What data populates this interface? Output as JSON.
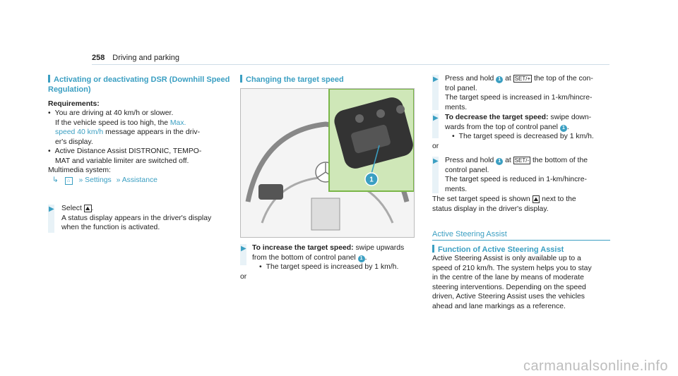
{
  "header": {
    "page_number": "258",
    "section": "Driving and parking"
  },
  "col1": {
    "heading": "Activating or deactivating DSR (Downhill Speed Regulation)",
    "heading_line1": "Activating or deactivating DSR (Downhill Speed",
    "heading_line2": "Regulation)",
    "req_label": "Requirements:",
    "req1": "You are driving at 40 km/h or slower.",
    "req1_note_a": "If the vehicle speed is too high, the",
    "req1_note_link1": "Max.",
    "req1_note_link2": "speed 40 km/h",
    "req1_note_b": "message appears in the driv-",
    "req1_note_c": "er's display.",
    "req2_a": "Active Distance Assist DISTRONIC, TEMPO-",
    "req2_b": "MAT and variable limiter are switched off.",
    "mm_label": "Multimedia system:",
    "nav_settings": "Settings",
    "nav_assistance": "Assistance",
    "step_a": "Select",
    "step_b": "A status display appears in the driver's display",
    "step_c": "when the function is activated."
  },
  "col2": {
    "heading": "Changing the target speed",
    "callout": "1",
    "inc_bold": "To increase the target speed:",
    "inc_rest": "swipe upwards",
    "inc_2": "from the bottom of control panel",
    "inc_bullet": "The target speed is increased by 1 km/h.",
    "or": "or"
  },
  "col3": {
    "s1_a": "Press and hold",
    "s1_b": "at",
    "s1_c": "the top of the con-",
    "s1_d": "trol panel.",
    "s1_e": "The target speed is increased in 1-km/hincre-",
    "s1_f": "ments.",
    "dec_bold": "To decrease the target speed:",
    "dec_rest": "swipe down-",
    "dec_2": "wards from the top of control panel",
    "dec_bullet": "The target speed is decreased by 1 km/h.",
    "or": "or",
    "s2_a": "Press and hold",
    "s2_b": "at",
    "s2_c": "the bottom of the",
    "s2_d": "control panel.",
    "s2_e": "The target speed is reduced in 1-km/hincre-",
    "s2_f": "ments.",
    "set_a": "The set target speed is shown",
    "set_b": "next to the",
    "set_c": "status display in the driver's display.",
    "asa_title": "Active Steering Assist",
    "func_heading": "Function of Active Steering Assist",
    "body1": "Active Steering Assist is only available up to a",
    "body2": "speed of 210 km/h. The system helps you to stay",
    "body3": "in the centre of the lane by means of moderate",
    "body4": "steering interventions. Depending on the speed",
    "body5": "driven, Active Steering Assist uses the vehicles",
    "body6": "ahead and lane markings as a reference."
  },
  "symbols": {
    "set_plus": "SET/+",
    "set_minus": "SET/-"
  },
  "footer": {
    "watermark": "carmanualsonline.info"
  }
}
